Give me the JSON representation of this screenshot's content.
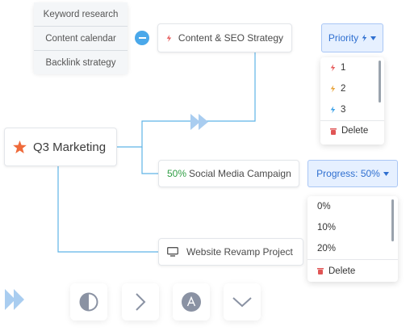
{
  "subtasks": [
    "Keyword research",
    "Content calendar",
    "Backlink strategy"
  ],
  "root": {
    "label": "Q3 Marketing",
    "icon": "star-icon"
  },
  "nodes": {
    "content_seo": {
      "label": "Content & SEO Strategy",
      "icon": "lightning-icon"
    },
    "social": {
      "progress": "50%",
      "label": "Social Media Campaign"
    },
    "website": {
      "label": "Website Revamp Project",
      "icon": "monitor-icon"
    }
  },
  "priority_dropdown": {
    "button_label": "Priority",
    "options": [
      "1",
      "2",
      "3"
    ],
    "option_colors": [
      "#e65a5a",
      "#e8a33a",
      "#3aa0e8"
    ],
    "delete_label": "Delete"
  },
  "progress_dropdown": {
    "button_label": "Progress: 50%",
    "options": [
      "0%",
      "10%",
      "20%"
    ],
    "delete_label": "Delete"
  },
  "colors": {
    "connector": "#5fb3e6",
    "accent": "#2f6fd0",
    "progress_text": "#2f9e44",
    "delete": "#e05555"
  }
}
